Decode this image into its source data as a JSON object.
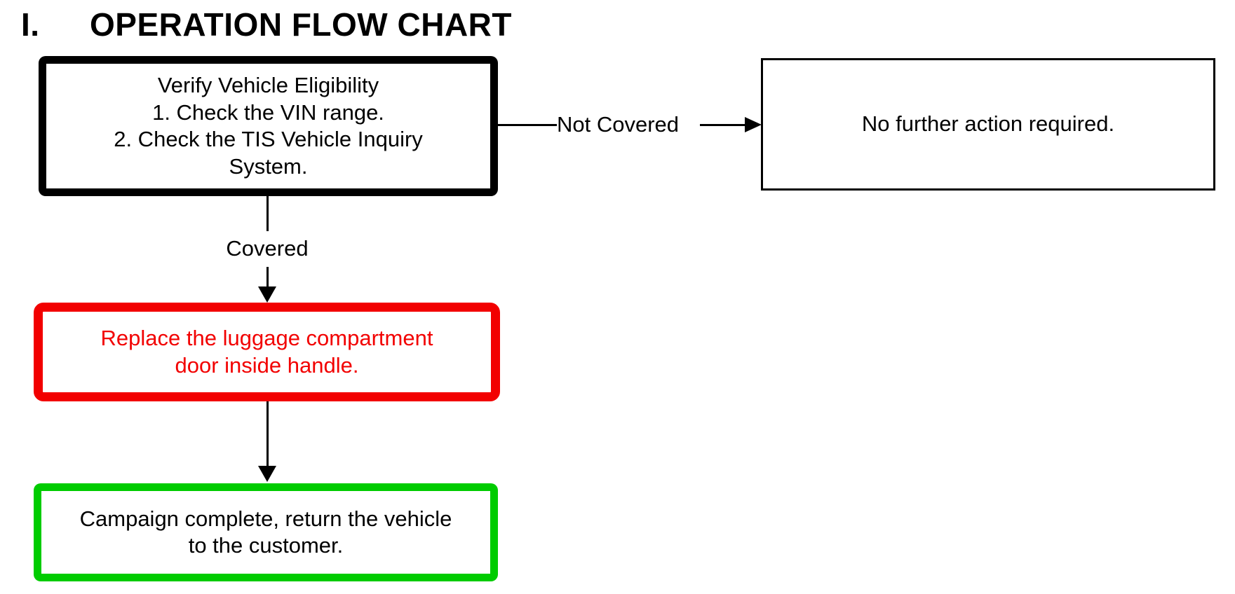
{
  "title": {
    "numeral": "I.",
    "text": "OPERATION FLOW CHART"
  },
  "colors": {
    "black": "#000000",
    "red": "#f20000",
    "green": "#00cc00"
  },
  "boxes": {
    "verify": {
      "lines": [
        "Verify Vehicle Eligibility",
        "1. Check the VIN range.",
        "2. Check the TIS Vehicle Inquiry",
        "System."
      ]
    },
    "no_action": {
      "text": "No further action required."
    },
    "replace": {
      "lines": [
        "Replace the luggage compartment",
        "door inside handle."
      ]
    },
    "complete": {
      "lines": [
        "Campaign complete, return the vehicle",
        "to the customer."
      ]
    }
  },
  "connectors": {
    "not_covered": {
      "label": "Not Covered"
    },
    "covered": {
      "label": "Covered"
    }
  }
}
